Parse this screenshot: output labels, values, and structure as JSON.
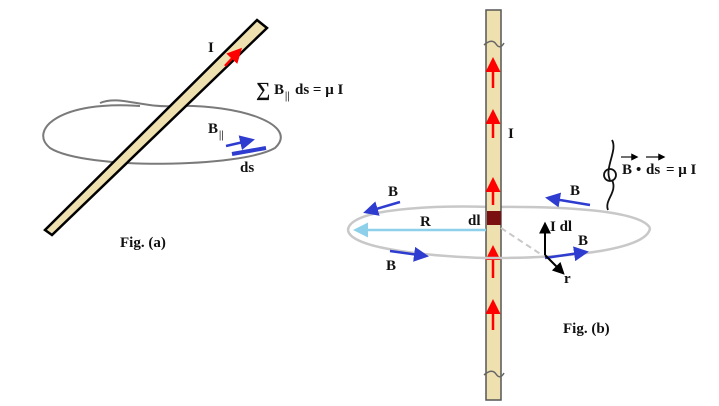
{
  "fig_a": {
    "current_label": "I",
    "law_sum": "∑",
    "law_b": "B",
    "law_sub": "||",
    "law_rest": "ds = μ I",
    "b_par": "B",
    "b_par_sub": "||",
    "ds_label": "ds",
    "caption": "Fig. (a)"
  },
  "fig_b": {
    "current_label": "I",
    "law_b": "B",
    "law_dot": "•",
    "law_ds": "ds",
    "law_rest": "= μ I",
    "b_labels": [
      "B",
      "B",
      "B",
      "B"
    ],
    "radius_label": "R",
    "dl_label": "dl",
    "idl_label": "I dl",
    "r_label": "r",
    "caption": "Fig. (b)"
  },
  "colors": {
    "wire_fill": "#efe0b0",
    "wire_edge": "#000000",
    "current_arrow": "#ff0000",
    "field_arrow": "#2e3cd0",
    "loop": "#7a7a7a",
    "radius": "#8ed0ea",
    "element": "#7a1010"
  }
}
